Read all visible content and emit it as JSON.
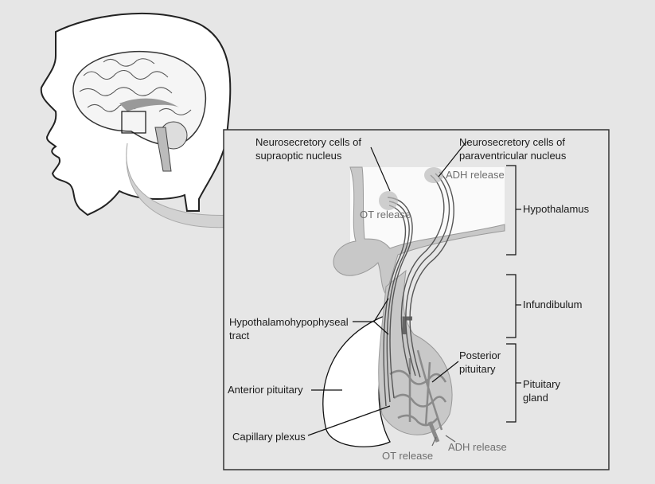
{
  "labels": {
    "supraoptic": [
      "Neurosecretory cells of",
      "supraoptic nucleus"
    ],
    "paraventricular": [
      "Neurosecretory cells of",
      "paraventricular nucleus"
    ],
    "adh_release_top": "ADH release",
    "ot_release_top": "OT release",
    "hypothalamus": "Hypothalamus",
    "infundibulum": "Infundibulum",
    "tract": [
      "Hypothalamohypophyseal",
      "tract"
    ],
    "posterior_pituitary": [
      "Posterior",
      "pituitary"
    ],
    "pituitary_gland": [
      "Pituitary",
      "gland"
    ],
    "anterior_pituitary": "Anterior pituitary",
    "capillary_plexus": "Capillary plexus",
    "ot_release_bottom": "OT release",
    "adh_release_bottom": "ADH release"
  },
  "colors": {
    "background": "#e6e6e6",
    "tissue": "#c8c8c8",
    "vessel": "#8a8a8a",
    "release_text": "#6e6e6e"
  }
}
